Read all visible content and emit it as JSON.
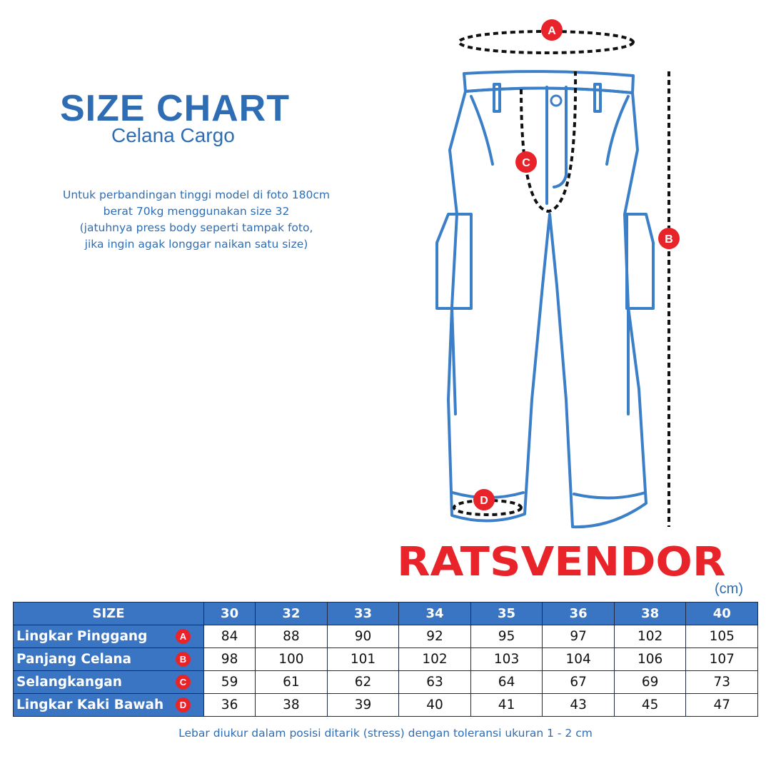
{
  "header": {
    "title": "SIZE CHART",
    "subtitle": "Celana Cargo"
  },
  "description": [
    "Untuk perbandingan tinggi model di foto 180cm",
    "berat 70kg menggunakan size 32",
    "(jatuhnya press body seperti tampak foto,",
    "jika ingin agak longgar naikan satu size)"
  ],
  "diagram": {
    "markers": [
      "A",
      "B",
      "C",
      "D"
    ],
    "colors": {
      "outline": "#3a7fc8",
      "marker": "#e8232a",
      "dots": "#111111"
    }
  },
  "brand": "RATSVENDOR",
  "unit": "(cm)",
  "table": {
    "header": [
      "SIZE",
      "30",
      "32",
      "33",
      "34",
      "35",
      "36",
      "38",
      "40"
    ],
    "rows": [
      {
        "label": "Lingkar Pinggang",
        "marker": "A",
        "values": [
          "84",
          "88",
          "90",
          "92",
          "95",
          "97",
          "102",
          "105"
        ]
      },
      {
        "label": "Panjang Celana",
        "marker": "B",
        "values": [
          "98",
          "100",
          "101",
          "102",
          "103",
          "104",
          "106",
          "107"
        ]
      },
      {
        "label": "Selangkangan",
        "marker": "C",
        "values": [
          "59",
          "61",
          "62",
          "63",
          "64",
          "67",
          "69",
          "73"
        ]
      },
      {
        "label": "Lingkar Kaki Bawah",
        "marker": "D",
        "values": [
          "36",
          "38",
          "39",
          "40",
          "41",
          "43",
          "45",
          "47"
        ]
      }
    ]
  },
  "note": "Lebar diukur dalam posisi ditarik (stress) dengan toleransi ukuran 1 - 2 cm",
  "colors": {
    "primary": "#2e6db4",
    "header_bg": "#3a75c4",
    "accent": "#e8232a"
  }
}
